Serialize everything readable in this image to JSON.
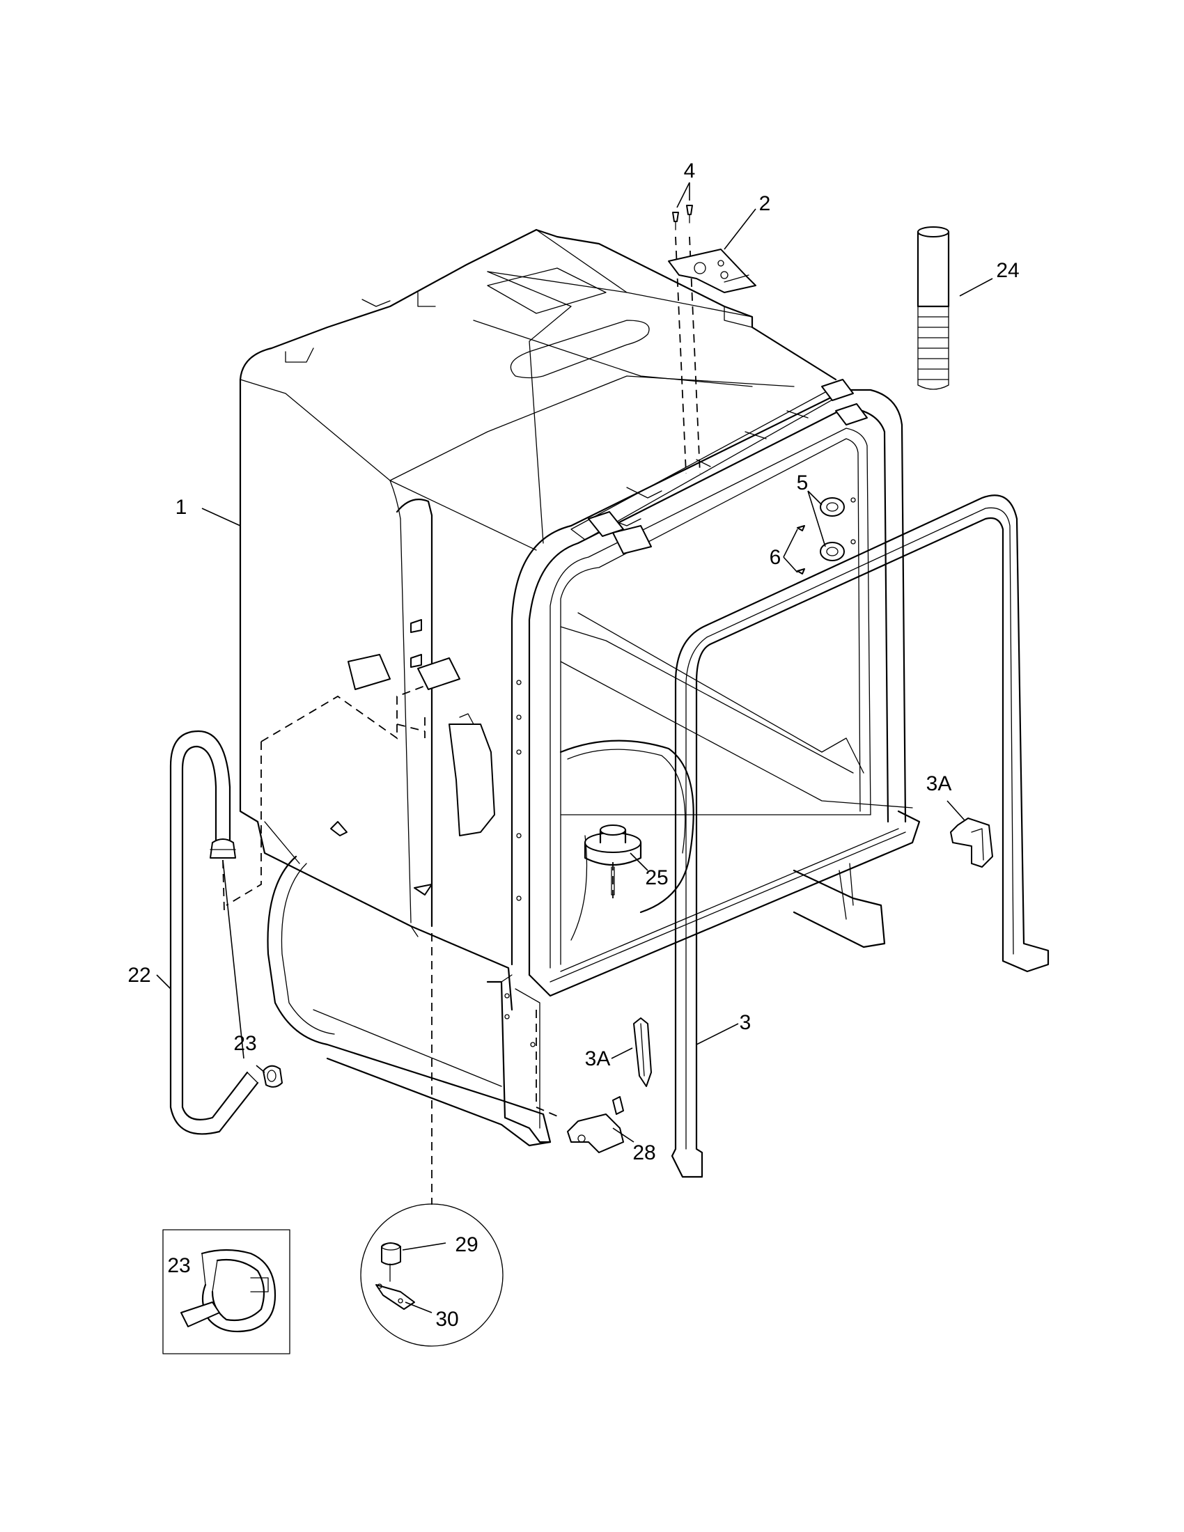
{
  "callouts": [
    {
      "id": "c1",
      "label": "1"
    },
    {
      "id": "c2",
      "label": "2"
    },
    {
      "id": "c3",
      "label": "3"
    },
    {
      "id": "c3a-right",
      "label": "3A"
    },
    {
      "id": "c3a-left",
      "label": "3A"
    },
    {
      "id": "c4",
      "label": "4"
    },
    {
      "id": "c5",
      "label": "5"
    },
    {
      "id": "c6",
      "label": "6"
    },
    {
      "id": "c22",
      "label": "22"
    },
    {
      "id": "c23",
      "label": "23"
    },
    {
      "id": "c23-detail",
      "label": "23"
    },
    {
      "id": "c24",
      "label": "24"
    },
    {
      "id": "c25",
      "label": "25"
    },
    {
      "id": "c28",
      "label": "28"
    },
    {
      "id": "c29",
      "label": "29"
    },
    {
      "id": "c30",
      "label": "30"
    }
  ]
}
